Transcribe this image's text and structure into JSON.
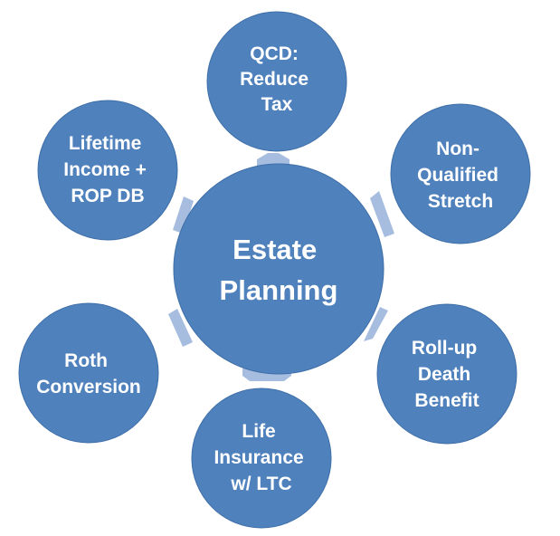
{
  "diagram": {
    "center": {
      "lines": [
        "Estate",
        "Planning"
      ]
    },
    "nodes": [
      {
        "id": "qcd",
        "lines": [
          "QCD:",
          "Reduce",
          "Tax"
        ]
      },
      {
        "id": "non-qualified",
        "lines": [
          "Non-",
          "Qualified",
          "Stretch"
        ]
      },
      {
        "id": "roll-up",
        "lines": [
          "Roll-up",
          "Death",
          "Benefit"
        ]
      },
      {
        "id": "life-insurance",
        "lines": [
          "Life",
          "Insurance",
          "w/ LTC"
        ]
      },
      {
        "id": "roth",
        "lines": [
          "Roth",
          "Conversion"
        ]
      },
      {
        "id": "lifetime-income",
        "lines": [
          "Lifetime",
          "Income +",
          "ROP DB"
        ]
      }
    ],
    "colors": {
      "circle_fill": "#4f81bd",
      "circle_stroke": "#3f6fa8",
      "arrow_fill": "#a7bde0",
      "text": "#ffffff"
    }
  }
}
